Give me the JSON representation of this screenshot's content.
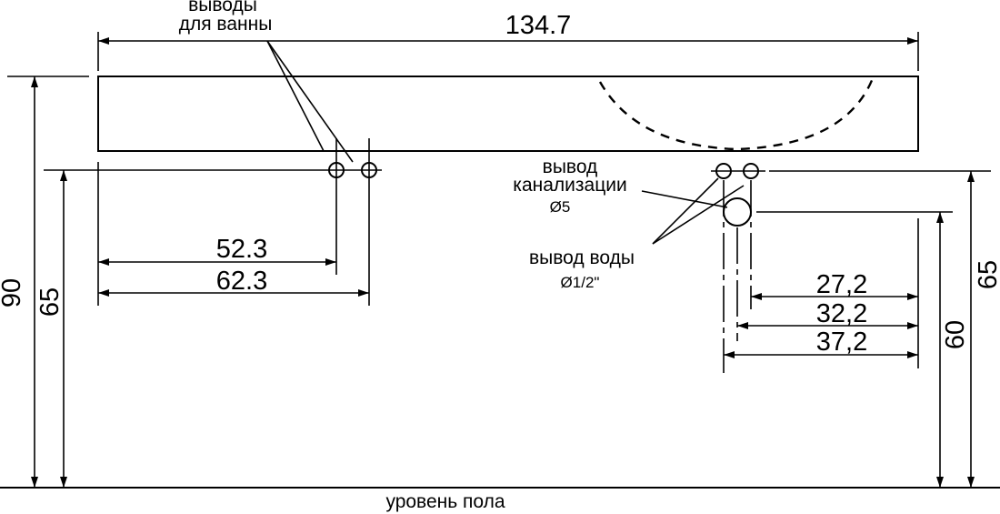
{
  "labels": {
    "bath_outlets_line1": "выводы",
    "bath_outlets_line2": "для ванны",
    "sewer_outlet_line1": "вывод",
    "sewer_outlet_line2": "канализации",
    "sewer_diameter": "Ø5",
    "water_outlet": "вывод воды",
    "water_diameter": "Ø1/2\"",
    "floor_level": "уровень пола"
  },
  "dimensions": {
    "total_width": "134.7",
    "left_height_outer": "90",
    "left_height_inner": "65",
    "bath_dim_1": "52.3",
    "bath_dim_2": "62.3",
    "right_dim_1": "27,2",
    "right_dim_2": "32,2",
    "right_dim_3": "37,2",
    "right_height_inner": "60",
    "right_height_outer": "65"
  }
}
